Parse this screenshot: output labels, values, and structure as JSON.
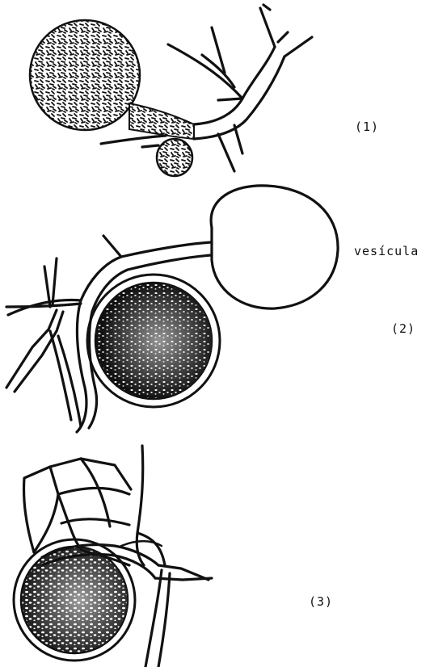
{
  "labels": {
    "fig1": "(1)",
    "vesicle": "vesícula",
    "fig2": "(2)",
    "fig3": "(3)"
  },
  "colors": {
    "ink": "#111111",
    "paper": "#ffffff"
  }
}
